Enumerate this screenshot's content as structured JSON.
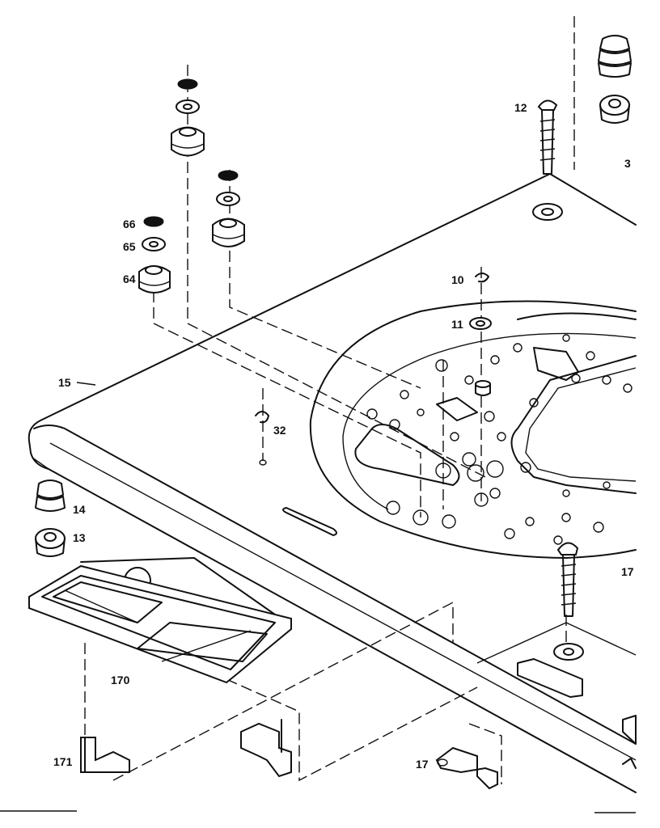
{
  "diagram": {
    "callouts": {
      "c12": "12",
      "c3x": "3",
      "c66": "66",
      "c65": "65",
      "c64": "64",
      "c10": "10",
      "c11": "11",
      "c15": "15",
      "c32": "32",
      "c14": "14",
      "c13": "13",
      "c17a": "17",
      "c170": "170",
      "c171": "171",
      "c17b": "17"
    }
  }
}
